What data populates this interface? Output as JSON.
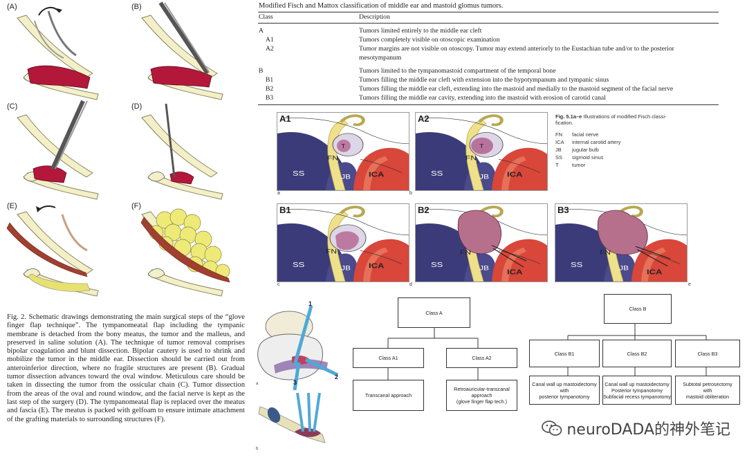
{
  "fig2": {
    "panels": [
      "(A)",
      "(B)",
      "(C)",
      "(D)",
      "(E)",
      "(F)"
    ],
    "caption": "Fig. 2. Schematic drawings demonstrating the main surgical steps of the “glove finger flap technique”. The tympanomeatal flap including the tympanic membrane is detached from the bony meatus, the tumor and the malleus, and preserved in saline solution (A). The technique of tumor removal comprises bipolar coagulation and blunt dissection. Bipolar cautery is used to shrink and mobilize the tumor in the middle ear. Dissection should be carried out from anteroinferior direction, where no fragile structures are present (B). Gradual tumor dissection advances toward the oval window. Meticulous care should be taken in dissecting the tumor from the ossicular chain (C). Tumor dissection from the areas of the oval and round window, and the facial nerve is kept as the last step of the surgery (D). The tympanomeatal flap is replaced over the meatus and fascia (E). The meatus is packed with gelfoam to ensure intimate attachment of the grafting materials to surrounding structures (F)."
  },
  "table": {
    "title": "Modified Fisch and Mattox classification of middle ear and mastoid glomus tumors.",
    "headers": [
      "Class",
      "Description"
    ],
    "rows": [
      {
        "cls": "A",
        "desc": "Tumors limited entirely to the middle ear cleft"
      },
      {
        "cls": "A1",
        "desc": "Tumors completely visible on otoscopic examination"
      },
      {
        "cls": "A2",
        "desc": "Tumor margins are not visible on otoscopy. Tumor may extend anteriorly to the Eustachian tube and/or to the posterior"
      },
      {
        "cls": "",
        "desc": "mesotympanum"
      },
      {
        "cls": "B",
        "desc": "Tumors limited to the tympanomastoid compartment of the temporal bone"
      },
      {
        "cls": "B1",
        "desc": "Tumors filling the middle ear cleft with extension into the hypotympanum and tympanic sinus"
      },
      {
        "cls": "B2",
        "desc": "Tumors filling the middle ear cleft, extending into the mastoid and medially to the mastoid segment of the facial nerve"
      },
      {
        "cls": "B3",
        "desc": "Tumors filling the middle ear cavity, extending into the mastoid with erosion of carotid canal"
      }
    ]
  },
  "fig51": {
    "panels": [
      {
        "label": "A1",
        "letter": "a"
      },
      {
        "label": "A2",
        "letter": "b"
      },
      {
        "label": "B1",
        "letter": "c"
      },
      {
        "label": "B2",
        "letter": "d"
      },
      {
        "label": "B3",
        "letter": "e"
      }
    ],
    "struct_labels": {
      "fn": "FN",
      "ss": "SS",
      "jb": "JB",
      "ica": "ICA",
      "t": "T"
    },
    "caption_bold": "Fig. 5.1a–e",
    "caption_rest": "Illustrations of modified Fisch classi-",
    "caption_line2": "fication.",
    "legend": [
      {
        "abbr": "FN",
        "full": "facial nerve"
      },
      {
        "abbr": "ICA",
        "full": "internal carotid artery"
      },
      {
        "abbr": "JB",
        "full": "jugular bulb"
      },
      {
        "abbr": "SS",
        "full": "sigmoid sinus"
      },
      {
        "abbr": "T",
        "full": "tumor"
      }
    ]
  },
  "approach_fig": {
    "nums": [
      "1",
      "2",
      "3"
    ],
    "letters": [
      "a",
      "b"
    ]
  },
  "flowchart": {
    "class_a": "Class A",
    "class_b": "Class B",
    "a1": "Class A1",
    "a2": "Class A2",
    "b1": "Class B1",
    "b2": "Class B2",
    "b3": "Class B3",
    "a1_approach": "Transcanal approach",
    "a2_approach": "Retroauricular-transcanal\napproach\n(glove finger flap tech.)",
    "b1_approach": "Canal wall up mastoidectomy\nwith\nposterior tympanotomy",
    "b2_approach": "Canal wall up mastoidectomy\nPosterior tympanotomy\nSubfacial recess tympanotomy",
    "b3_approach": "Subtotal petrosectomy\nwith\nmastoid obliteration"
  },
  "watermark": {
    "text": "neuroDADA的神外笔记",
    "icon": "wechat-icon"
  },
  "colors": {
    "tumor_red": "#b3183a",
    "artery_red": "#d9463a",
    "nerve_yellow": "#efe08a",
    "sinus_blue": "#3b3b7a",
    "probe_blue": "#4fa9d8"
  }
}
